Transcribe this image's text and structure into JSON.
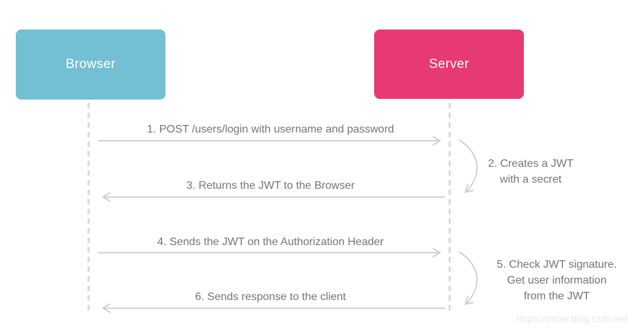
{
  "actors": {
    "browser": {
      "label": "Browser",
      "color": "#73BFD3"
    },
    "server": {
      "label": "Server",
      "color": "#E73A72"
    }
  },
  "messages": {
    "m1": {
      "text": "1. POST /users/login with username and password",
      "direction": "browser-to-server"
    },
    "m2": {
      "line1": "2. Creates a JWT",
      "line2": "with a secret",
      "direction": "server-self-loop"
    },
    "m3": {
      "text": "3. Returns the JWT to the Browser",
      "direction": "server-to-browser"
    },
    "m4": {
      "text": "4. Sends the JWT on the Authorization Header",
      "direction": "browser-to-server"
    },
    "m5": {
      "line1": "5. Check JWT signature.",
      "line2": "Get user information",
      "line3": "from the JWT",
      "direction": "server-self-loop"
    },
    "m6": {
      "text": "6. Sends response to the client",
      "direction": "server-to-browser"
    }
  },
  "watermark": "https://oscar.blog.csdn.net",
  "colors": {
    "arrow": "#CFD0D1",
    "lifeline": "#D8D8D8",
    "message_text": "#737477",
    "watermark_text": "#E7E7EA"
  }
}
